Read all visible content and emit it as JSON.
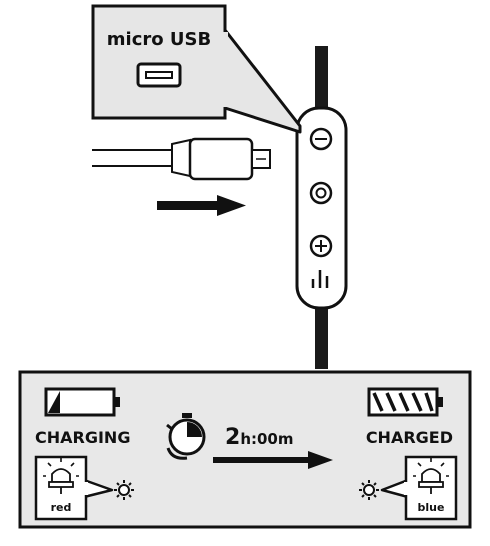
{
  "callout": {
    "port_label": "micro USB"
  },
  "charging_panel": {
    "state_left": "CHARGING",
    "state_right": "CHARGED",
    "duration_value": "2",
    "duration_hours_unit": "h",
    "duration_minutes": ":00",
    "duration_minutes_unit": "m",
    "led_left_color": "red",
    "led_right_color": "blue"
  },
  "colors": {
    "ink": "#111111",
    "panel": "#e8e8e8",
    "callout": "#e6e6e6"
  },
  "icons": [
    "micro-usb-port-icon",
    "usb-plug-icon",
    "arrow-right-icon",
    "remote-control-icon",
    "battery-empty-icon",
    "battery-full-icon",
    "stopwatch-icon",
    "led-bulb-icon",
    "sun-light-icon"
  ]
}
